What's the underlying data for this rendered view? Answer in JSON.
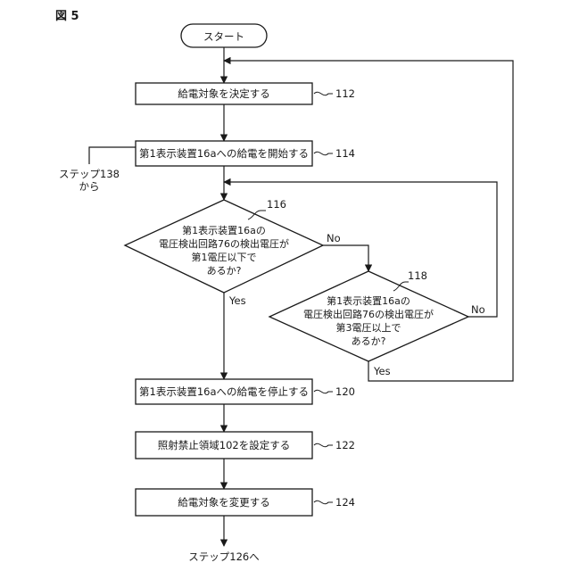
{
  "figure_label": "図 5",
  "start": "スタート",
  "steps": [
    {
      "text": "給電対象を決定する",
      "ref": "112"
    },
    {
      "text": "第1表示装置16aへの給電を開始する",
      "ref": "114"
    },
    {
      "text": "第1表示装置16aへの給電を停止する",
      "ref": "120"
    },
    {
      "text": "照射禁止領域102を設定する",
      "ref": "122"
    },
    {
      "text": "給電対象を変更する",
      "ref": "124"
    }
  ],
  "decisions": [
    {
      "ref": "116",
      "lines": [
        "第1表示装置16aの",
        "電圧検出回路76の検出電圧が",
        "第1電圧以下で",
        "あるか?"
      ],
      "yes": "Yes",
      "no": "No"
    },
    {
      "ref": "118",
      "lines": [
        "第1表示装置16aの",
        "電圧検出回路76の検出電圧が",
        "第3電圧以上で",
        "あるか?"
      ],
      "yes": "Yes",
      "no": "No"
    }
  ],
  "entry_from": [
    "ステップ138",
    "から"
  ],
  "exit_to": "ステップ126へ"
}
